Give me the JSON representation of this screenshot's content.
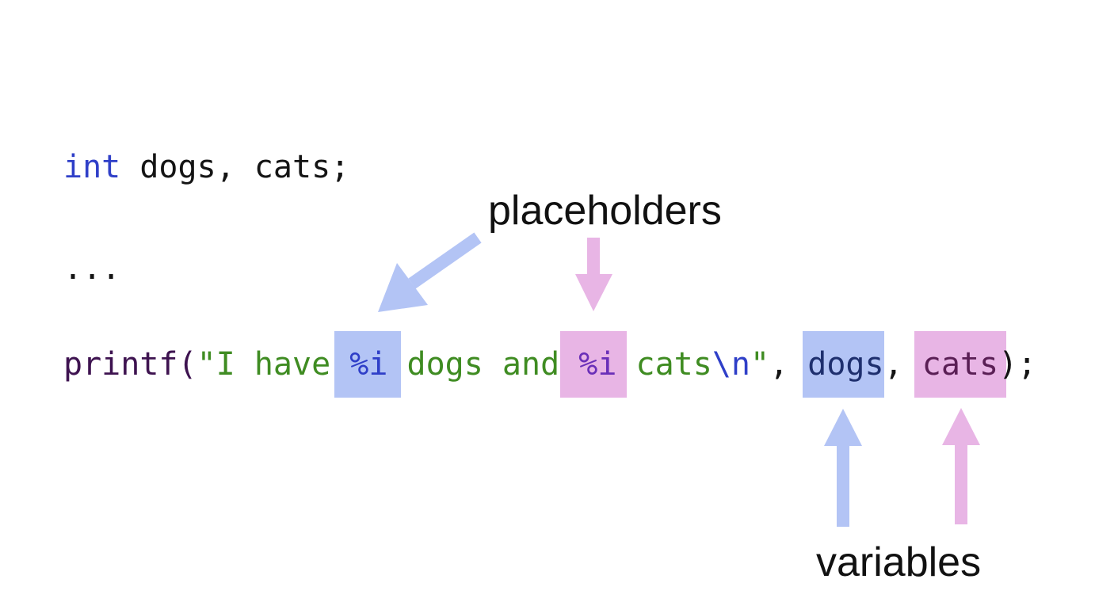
{
  "code": {
    "decl": {
      "keyword": "int",
      "rest": " dogs, cats;"
    },
    "ellipsis": "...",
    "printf": {
      "fn": "printf(",
      "str_start": "\"I have ",
      "placeholder1": "%i",
      "str_mid": " dogs and ",
      "placeholder2": "%i",
      "str_end": " cats",
      "escape": "\\n",
      "str_close": "\"",
      "sep1": ", ",
      "var1": "dogs",
      "sep2": ", ",
      "var2": "cats",
      "close": ");"
    }
  },
  "labels": {
    "placeholders": "placeholders",
    "variables": "variables"
  },
  "colors": {
    "blue_highlight": "#b3c4f5",
    "pink_highlight": "#e8b5e5",
    "keyword": "#2f3fc8",
    "string": "#3f8c22",
    "function": "#3e1350"
  }
}
